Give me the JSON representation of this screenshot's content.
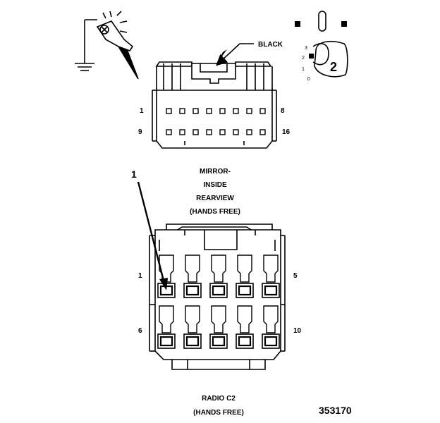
{
  "test_icon": {
    "name": "probe-ground-icon",
    "key_positions": [
      "3",
      "2",
      "1",
      "0"
    ],
    "key_number": "2"
  },
  "top_connector": {
    "color_label": "BLACK",
    "pin_first_top": "1",
    "pin_last_top": "8",
    "pin_first_bottom": "9",
    "pin_last_bottom": "16",
    "title_lines": [
      "MIRROR-",
      "INSIDE",
      "REARVIEW",
      "(HANDS FREE)"
    ]
  },
  "bottom_connector": {
    "callout": "1",
    "pin_first_top": "1",
    "pin_last_top": "5",
    "pin_first_bottom": "6",
    "pin_last_bottom": "10",
    "title_lines": [
      "RADIO C2",
      "(HANDS FREE)"
    ]
  },
  "figure_number": "353170"
}
